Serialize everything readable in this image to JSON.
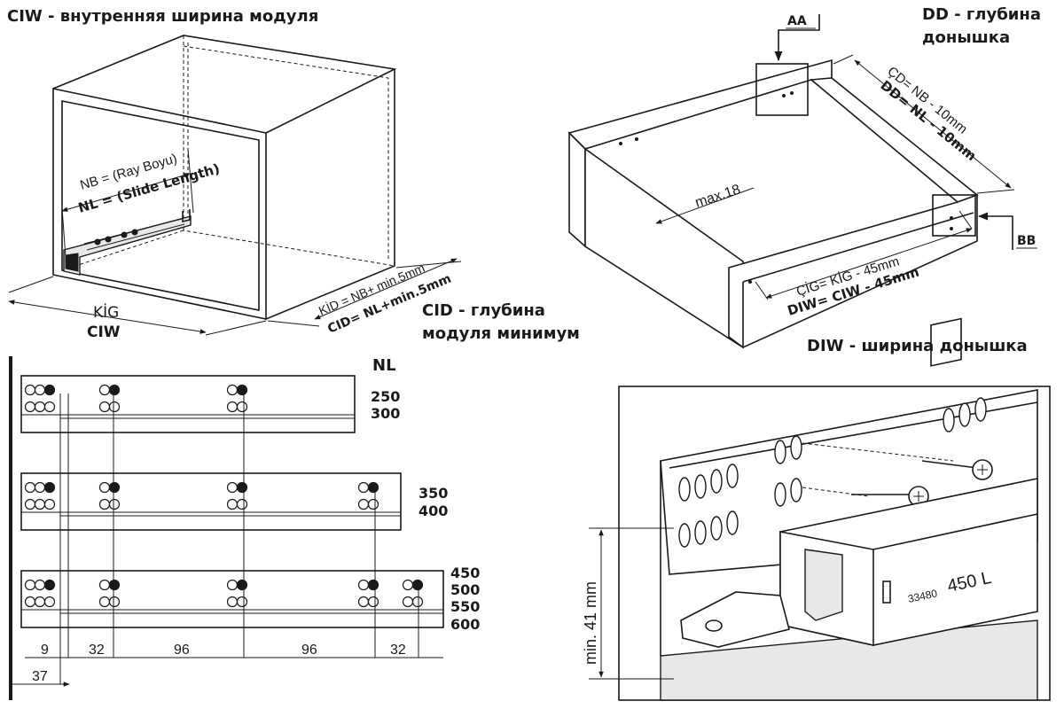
{
  "cabinet": {
    "title": "CIW - внутренняя ширина модуля",
    "nb_label": "NB = (Ray Boyu)",
    "nl_label": "NL = (Slide Length)",
    "kig_label": "KİG",
    "ciw_label": "CIW",
    "kid_label": "KİD = NB+ min.5mm",
    "cid_label": "CID= NL+min.5mm",
    "cid_title_1": "CID - глубина",
    "cid_title_2": "модуля минимум"
  },
  "drawer": {
    "aa_label": "AA",
    "bb_label": "BB",
    "dd_title_1": "DD - глубина",
    "dd_title_2": "донышка",
    "cd_label": "ÇD= NB - 10mm",
    "dd_label": "DD= NL - 10mm",
    "max_label": "max.18",
    "cig_label": "ÇİG= KİG - 45mm",
    "diw_label": "DIW= CIW - 45mm",
    "diw_title": "DIW - ширина донышка"
  },
  "holes": {
    "nl_header": "NL",
    "group1": [
      "250",
      "300"
    ],
    "group2": [
      "350",
      "400"
    ],
    "group3": [
      "450",
      "500",
      "550",
      "600"
    ],
    "dims": [
      "9",
      "32",
      "96",
      "96",
      "32"
    ],
    "offset": "37"
  },
  "detail": {
    "min_label": "min. 41 mm",
    "code": "33480",
    "size": "450 L"
  }
}
